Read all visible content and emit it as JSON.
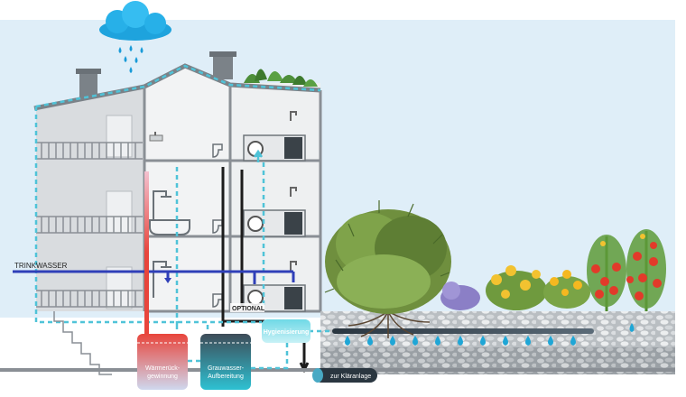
{
  "labels": {
    "drinking_water": "TRINKWASSER",
    "optional": "OPTIONAL",
    "hygiene": "Hygienisierung",
    "heat_recovery_line1": "Wärmerück-",
    "heat_recovery_line2": "gewinnung",
    "greywater_line1": "Grauwasser-",
    "greywater_line2": "Aufbereitung",
    "treatment_plant": "zur Kläranlage"
  },
  "icons": [
    "rain-cloud-icon",
    "roof-plants-icon",
    "washing-machine-icon",
    "sink-icon",
    "shower-icon",
    "bathtub-icon",
    "toilet-icon",
    "shrub-icon",
    "flower-icon",
    "tomato-plant-icon",
    "water-drop-icon"
  ],
  "colors": {
    "sky": "#dfeef8",
    "building": "#d9dcdf",
    "building_outline": "#8a8f95",
    "fresh_water": "#2f3fb8",
    "hot_water": "#e8453c",
    "grey_water": "#4fc3d8",
    "black_water": "#1c1c1c",
    "drop": "#1fa6d6",
    "ground": "#bfc3c6"
  }
}
